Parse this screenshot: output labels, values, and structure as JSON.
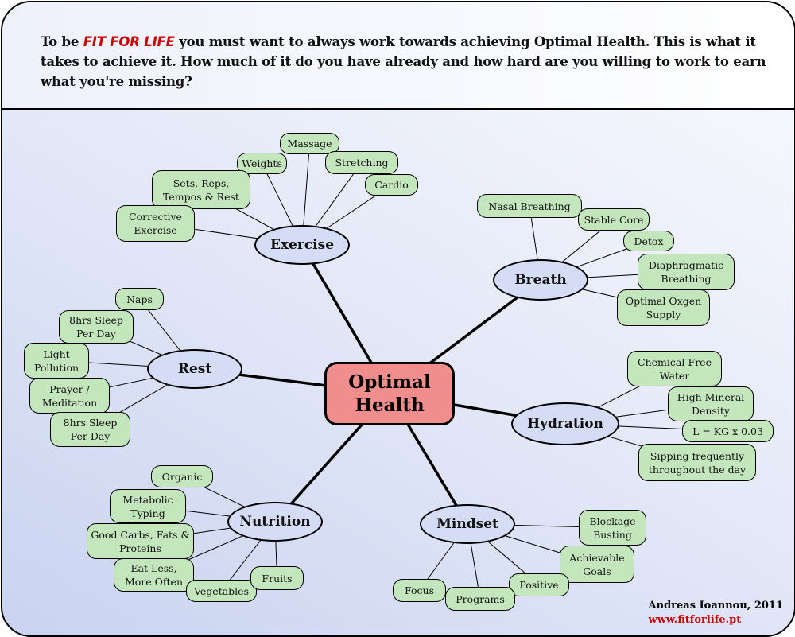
{
  "header": {
    "prefix": "To be ",
    "brand": "FIT FOR LIFE",
    "text": " you must want to always work towards achieving Optimal Health. This is what it takes to achieve it. How much of it do you have already and how hard are you willing to work to earn what you're missing?"
  },
  "center": {
    "label": "Optimal Health"
  },
  "branches": [
    {
      "id": "exercise",
      "label": "Exercise",
      "leaves": [
        "Massage",
        "Weights",
        "Stretching",
        "Cardio",
        "Sets, Reps, Tempos & Rest",
        "Corrective Exercise"
      ]
    },
    {
      "id": "breath",
      "label": "Breath",
      "leaves": [
        "Nasal Breathing",
        "Stable Core",
        "Detox",
        "Diaphragmatic Breathing",
        "Optimal Oxgen Supply"
      ]
    },
    {
      "id": "rest",
      "label": "Rest",
      "leaves": [
        "Naps",
        "8hrs Sleep Per Day",
        "Light Pollution",
        "Prayer / Meditation",
        "8hrs Sleep Per Day"
      ]
    },
    {
      "id": "hydration",
      "label": "Hydration",
      "leaves": [
        "Chemical-Free Water",
        "High Mineral Density",
        "L = KG x 0.03",
        "Sipping frequently throughout the day"
      ]
    },
    {
      "id": "nutrition",
      "label": "Nutrition",
      "leaves": [
        "Organic",
        "Metabolic Typing",
        "Good Carbs, Fats & Proteins",
        "Eat Less, More Often",
        "Vegetables",
        "Fruits"
      ]
    },
    {
      "id": "mindset",
      "label": "Mindset",
      "leaves": [
        "Blockage Busting",
        "Achievable Goals",
        "Positive",
        "Programs",
        "Focus"
      ]
    }
  ],
  "credit": {
    "author": "Andreas Ioannou, 2011",
    "url": "www.fitforlife.pt"
  },
  "colors": {
    "leaf": "#c4e6bc",
    "hub": "#d4dcf6",
    "center": "#f08e8e",
    "brand": "#cc0000"
  }
}
